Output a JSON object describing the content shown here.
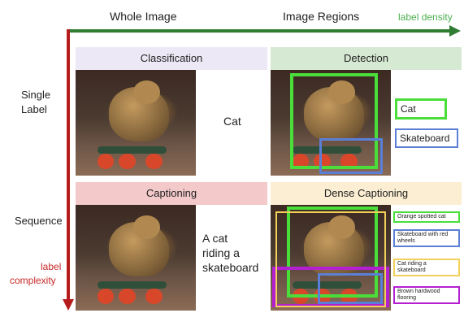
{
  "axes": {
    "top_left": "Whole Image",
    "top_right": "Image Regions",
    "density": "label density",
    "complexity": [
      "label",
      "complexity"
    ]
  },
  "rows": {
    "single": [
      "Single",
      "Label"
    ],
    "sequence": "Sequence"
  },
  "panels": {
    "classification": {
      "title": "Classification",
      "label": "Cat"
    },
    "detection": {
      "title": "Detection",
      "labels": [
        "Cat",
        "Skateboard"
      ]
    },
    "captioning": {
      "title": "Captioning",
      "caption": [
        "A cat",
        "riding a",
        "skateboard"
      ]
    },
    "dense": {
      "title": "Dense Captioning",
      "captions": [
        "Orange spotted cat",
        "Skateboard with red wheels",
        "Cat riding a skateboard",
        "Brown hardwood flooring"
      ]
    }
  },
  "colors": {
    "density_arrow": "#2e7d32",
    "complexity_arrow": "#b71c1c",
    "green_box": "#4ade3a",
    "blue_box": "#5b7fd6",
    "purple_box": "#b41fd1",
    "yellow_box": "#f2d05a"
  }
}
